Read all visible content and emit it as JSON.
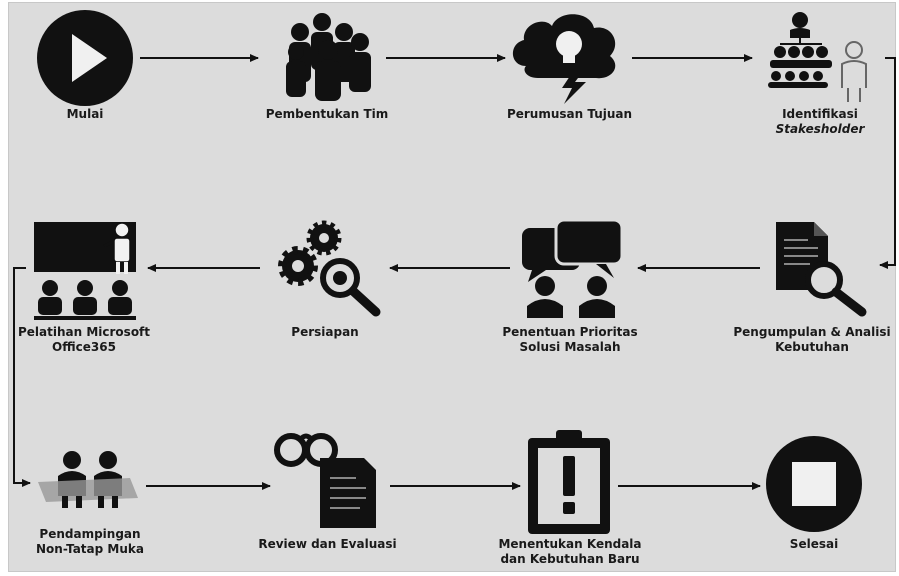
{
  "steps": {
    "mulai": "Mulai",
    "pembentukan_tim": "Pembentukan Tim",
    "perumusan_tujuan": "Perumusan Tujuan",
    "identifikasi": {
      "line1": "Identifikasi",
      "line2": "Stakesholder"
    },
    "pengumpulan": {
      "line1": "Pengumpulan & Analisi",
      "line2": "Kebutuhan"
    },
    "penentuan": {
      "line1": "Penentuan Prioritas",
      "line2": "Solusi Masalah"
    },
    "persiapan": "Persiapan",
    "pelatihan": {
      "line1": "Pelatihan Microsoft",
      "line2": "Office365"
    },
    "pendampingan": {
      "line1": "Pendampingan",
      "line2": "Non-Tatap Muka"
    },
    "review": "Review dan Evaluasi",
    "menentukan": {
      "line1": "Menentukan Kendala",
      "line2": "dan Kebutuhan Baru"
    },
    "selesai": "Selesai"
  },
  "colors": {
    "icon": "#111111",
    "panel": "#dcdcdc",
    "figure_light": "#f2f2f2"
  }
}
